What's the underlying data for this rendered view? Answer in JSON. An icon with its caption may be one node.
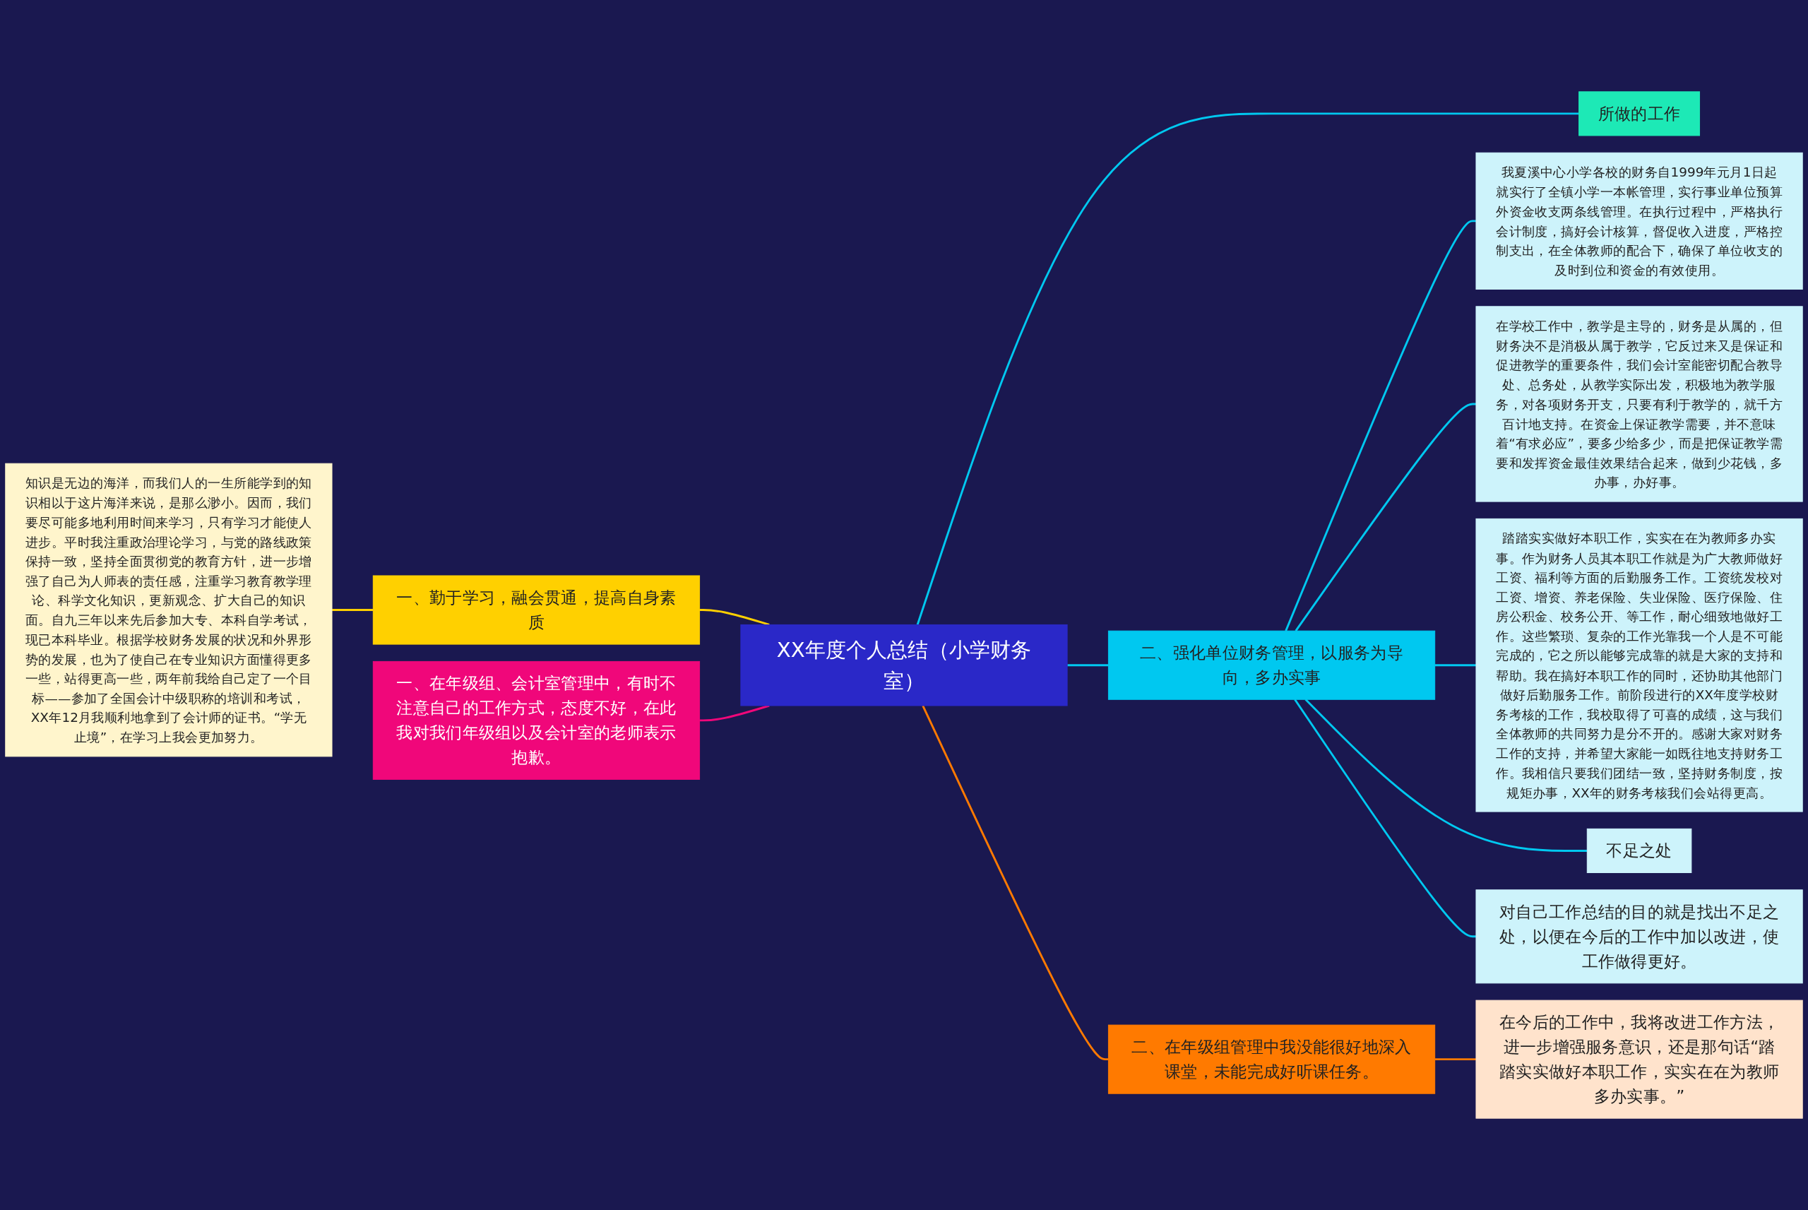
{
  "diagram": {
    "nodes": [
      {
        "text": [
          "XX年度个人总结（小学财务室）"
        ]
      },
      {
        "text": [
          "一、勤于学习，融会贯通，提高自身素质"
        ]
      },
      {
        "text": [
          "知识是无边的海洋，而我们人的一生所能学到的知识相以于这片海洋来说，是那么渺小。因而，我们要尽可能多地利用时间来学习，只有学习才能使人进步。平时我注重政治理论学习，与党的路线政策保持一致，坚持全面贯彻党的教育方针，进一步增强了自己为人师表的责任感，注重学习教育教学理论、科学文化知识，更新观念、扩大自己的知识面。自九三年以来先后参加大专、本科自学考试，现已本科毕业。根据学校财务发展的状况和外界形势的发展，也为了使自己在专业知识方面懂得更多一些，站得更高一些，两年前我给自己定了一个目标——参加了全国会计中级职称的培训和考试，XX年12月我顺利地拿到了会计师的证书。“学无止境”，在学习上我会更加努力。"
        ]
      },
      {
        "text": [
          "一、在年级组、会计室管理中，有时不注意自己的工作方式，态度不好，在此我对我们年级组以及会计室的老师表示抱歉。"
        ]
      },
      {
        "text": [
          "所做的工作"
        ]
      },
      {
        "text": [
          "二、强化单位财务管理，以服务为导向，多办实事"
        ]
      },
      {
        "text": [
          "我夏溪中心小学各校的财务自1999年元月1日起就实行了全镇小学一本帐管理，实行事业单位预算外资金收支两条线管理。在执行过程中，严格执行会计制度，搞好会计核算，督促收入进度，严格控制支出，在全体教师的配合下，确保了单位收支的及时到位和资金的有效使用。"
        ]
      },
      {
        "text": [
          "在学校工作中，教学是主导的，财务是从属的，但财务决不是消极从属于教学，它反过来又是保证和促进教学的重要条件，我们会计室能密切配合教导处、总务处，从教学实际出发，积极地为教学服务，对各项财务开支，只要有利于教学的，就千方百计地支持。在资金上保证教学需要，并不意味着“有求必应”，要多少给多少，而是把保证教学需要和发挥资金最佳效果结合起来，做到少花钱，多办事，办好事。"
        ]
      },
      {
        "text": [
          "踏踏实实做好本职工作，实实在在为教师多办实事。作为财务人员其本职工作就是为广大教师做好工资、福利等方面的后勤服务工作。工资统发校对工资、增资、养老保险、失业保险、医疗保险、住房公积金、校务公开、等工作，耐心细致地做好工作。这些繁琐、复杂的工作光靠我一个人是不可能完成的，它之所以能够完成靠的就是大家的支持和帮助。我在搞好本职工作的同时，还协助其他部门做好后勤服务工作。前阶段进行的XX年度学校财务考核的工作，我校取得了可喜的成绩，这与我们全体教师的共同努力是分不开的。感谢大家对财务工作的支持，并希望大家能一如既往地支持财务工作。我相信只要我们团结一致，坚持财务制度，按规矩办事，XX年的财务考核我们会站得更高。"
        ]
      },
      {
        "text": [
          "不足之处"
        ]
      },
      {
        "text": [
          "对自己工作总结的目的就是找出不足之处，以便在今后的工作中加以改进，使工作做得更好。"
        ]
      },
      {
        "text": [
          "二、在年级组管理中我没能很好地深入课堂，未能完成好听课任务。"
        ]
      },
      {
        "text": [
          "在今后的工作中，我将改进工作方法，进一步增强服务意识，还是那句话“踏踏实实做好本职工作，实实在在为教师多办实事。”"
        ]
      }
    ],
    "edges": [
      {
        "from": 0,
        "to": 1,
        "arrow": "none",
        "color": "#ffd000"
      },
      {
        "from": 1,
        "to": 2,
        "arrow": "none",
        "color": "#ffd000"
      },
      {
        "from": 0,
        "to": 3,
        "arrow": "none",
        "color": "#f0077a"
      },
      {
        "from": 0,
        "to": 4,
        "arrow": "none"
      },
      {
        "from": 0,
        "to": 5,
        "arrow": "none"
      },
      {
        "from": 5,
        "to": 6,
        "arrow": "none"
      },
      {
        "from": 5,
        "to": 7,
        "arrow": "none"
      },
      {
        "from": 5,
        "to": 8,
        "arrow": "none"
      },
      {
        "from": 5,
        "to": 9,
        "arrow": "none"
      },
      {
        "from": 5,
        "to": 10,
        "arrow": "none"
      },
      {
        "from": 0,
        "to": 11,
        "arrow": "none",
        "color": "#ff7a00"
      },
      {
        "from": 11,
        "to": 12,
        "arrow": "none",
        "color": "#ff7a00"
      }
    ]
  }
}
